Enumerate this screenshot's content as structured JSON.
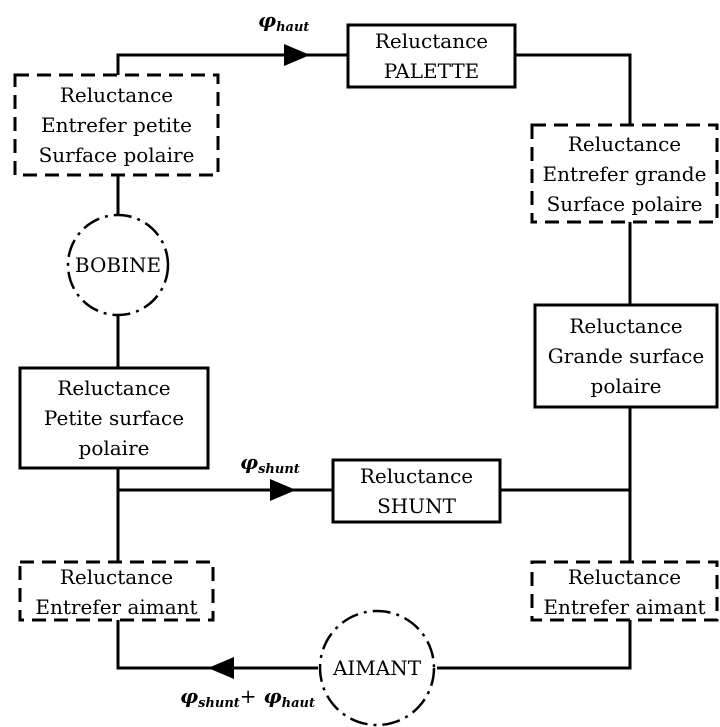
{
  "nodes": {
    "entrefer_petite": [
      "Reluctance",
      "Entrefer petite",
      "Surface polaire"
    ],
    "palette": [
      "Reluctance",
      "PALETTE"
    ],
    "entrefer_grande": [
      "Reluctance",
      "Entrefer grande",
      "Surface polaire"
    ],
    "grande_surface": [
      "Reluctance",
      "Grande surface",
      "polaire"
    ],
    "petite_surface": [
      "Reluctance",
      "Petite surface",
      "polaire"
    ],
    "shunt": [
      "Reluctance",
      "SHUNT"
    ],
    "entrefer_aimant_left": [
      "Reluctance",
      "Entrefer aimant"
    ],
    "entrefer_aimant_right": [
      "Reluctance",
      "Entrefer aimant"
    ],
    "bobine": "BOBINE",
    "aimant": "AIMANT"
  },
  "flux": {
    "symbol": "φ",
    "haut_sub": "haut",
    "shunt_sub": "shunt",
    "plus": "+"
  },
  "colors": {
    "line": "#000000",
    "background": "#ffffff"
  }
}
